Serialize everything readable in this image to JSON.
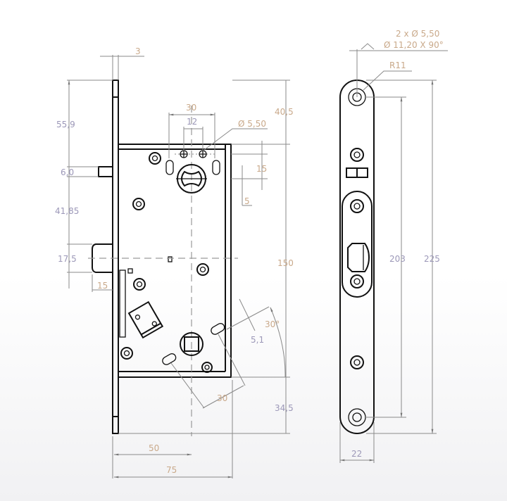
{
  "drawing": {
    "title": "Mortise lock dimensional drawing",
    "views": [
      "side-section-view",
      "faceplate-front-view"
    ],
    "colors": {
      "outline": "#111111",
      "dimension_line": "#8a8a8a",
      "label": "#9c98b8",
      "label_alt": "#c9a98a",
      "background": "#ffffff"
    }
  },
  "side_view": {
    "dimensions": {
      "faceplate_thickness": "3",
      "top_to_latch": "55,9",
      "latch_pin": "6,0",
      "latch_to_bolt": "41,85",
      "bolt_height": "17,5",
      "bolt_projection": "15",
      "top_to_case": "40,5",
      "hole_spacing_outer": "30",
      "hole_spacing_inner": "12",
      "hole_diameter": "Ø 5,50",
      "cylinder_offset": "15",
      "cylinder_small": "5",
      "case_height": "150",
      "slot_width": "5,1",
      "slot_angle": "30°",
      "slot_spacing": "30",
      "case_to_bottom": "34,5",
      "backset": "50",
      "case_depth": "75"
    }
  },
  "front_view": {
    "dimensions": {
      "screw_holes": "2 x Ø 5,50",
      "countersink": "Ø 11,20 X 90°",
      "radius": "R11",
      "hole_center_distance": "203",
      "faceplate_height": "225",
      "faceplate_width": "22"
    }
  }
}
